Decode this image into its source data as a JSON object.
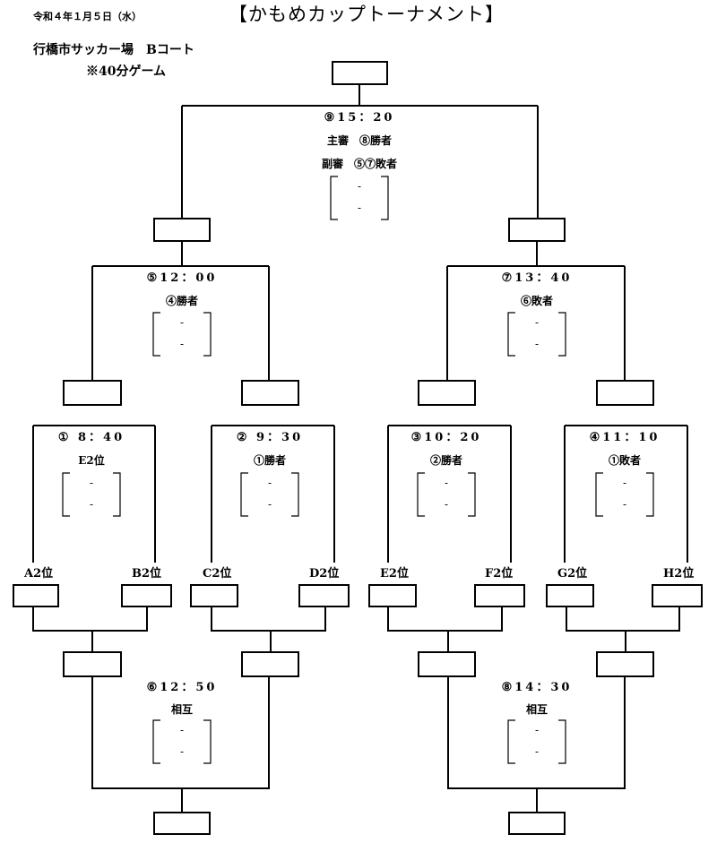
{
  "header": {
    "date": "令和４年１月５日（水）",
    "title": "【かもめカップトーナメント】",
    "venue": "行橋市サッカー場　Bコート",
    "note": "※40分ゲーム"
  },
  "matches": {
    "m9": {
      "time": "⑨15：20",
      "referee": "主審　⑧勝者",
      "assistant": "副審　⑤⑦敗者"
    },
    "m5": {
      "time": "⑤12：00",
      "referee": "④勝者"
    },
    "m7": {
      "time": "⑦13：40",
      "referee": "⑥敗者"
    },
    "m1": {
      "time": "① 8：40",
      "referee": "E2位"
    },
    "m2": {
      "time": "② 9：30",
      "referee": "①勝者"
    },
    "m3": {
      "time": "③10：20",
      "referee": "②勝者"
    },
    "m4": {
      "time": "④11：10",
      "referee": "①敗者"
    },
    "m6": {
      "time": "⑥12：50",
      "referee": "相互"
    },
    "m8": {
      "time": "⑧14：30",
      "referee": "相互"
    }
  },
  "score_dash": "-",
  "teams": [
    "A2位",
    "B2位",
    "C2位",
    "D2位",
    "E2位",
    "F2位",
    "G2位",
    "H2位"
  ]
}
